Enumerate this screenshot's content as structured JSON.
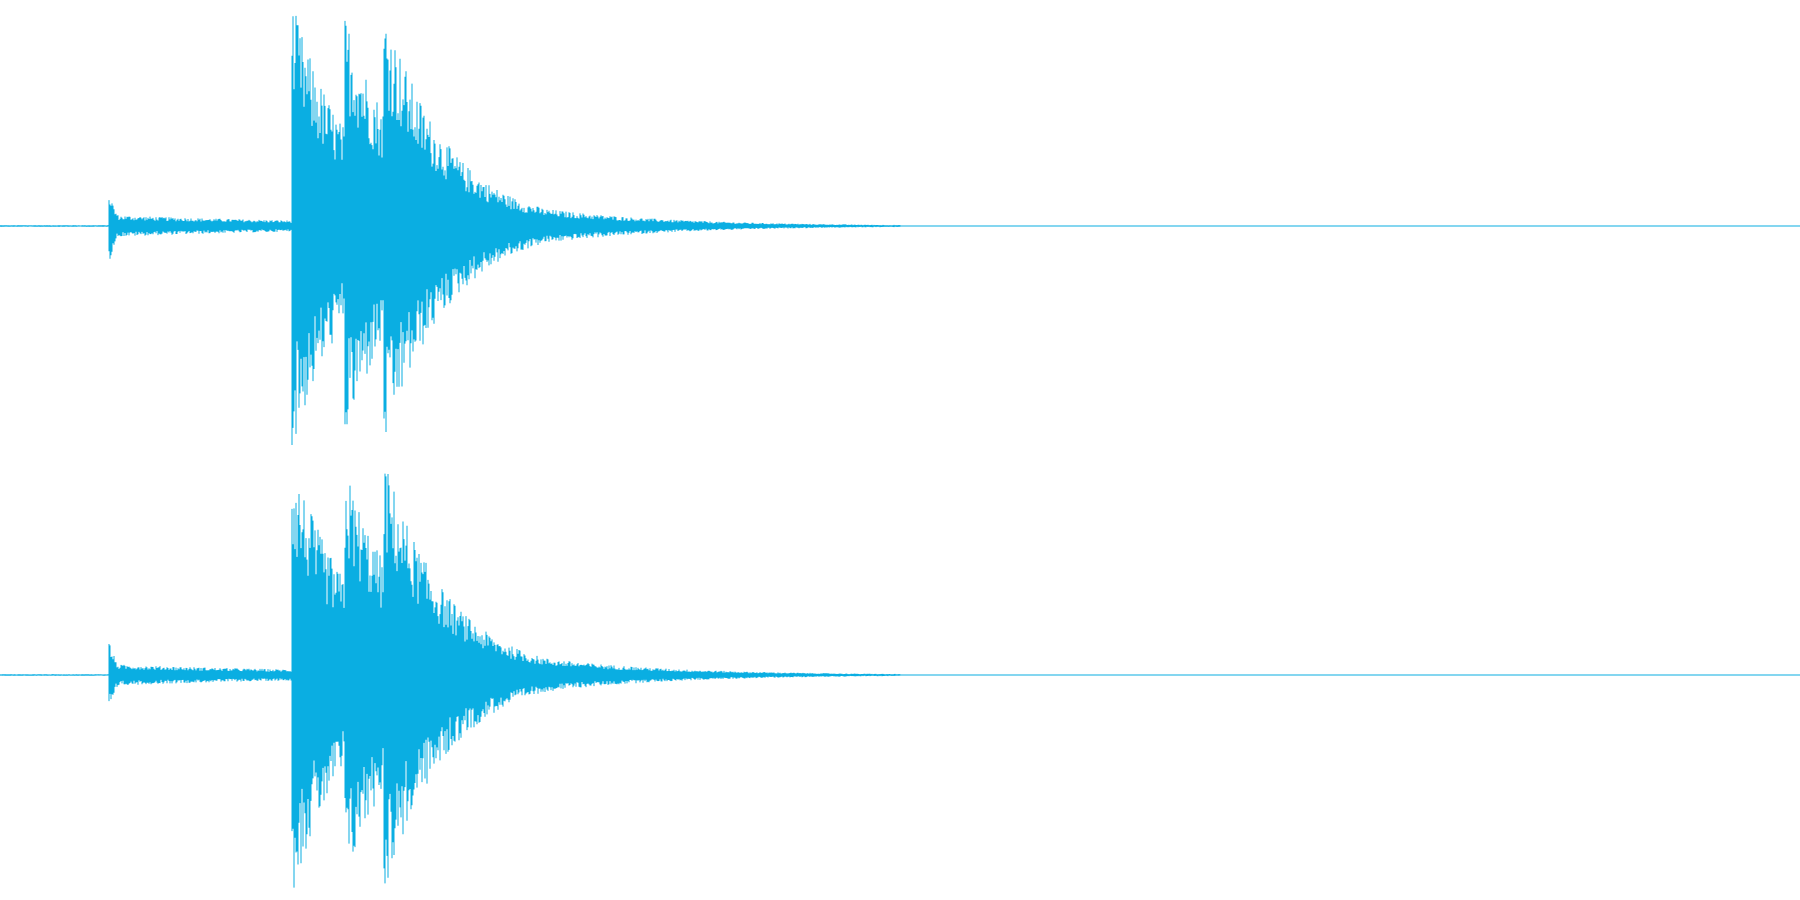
{
  "waveform": {
    "color": "#0aaee2",
    "channels": [
      "left",
      "right"
    ],
    "transients": [
      {
        "position": 0.061,
        "amplitude": 0.16
      },
      {
        "position": 0.163,
        "amplitude": 1.0
      },
      {
        "position": 0.192,
        "amplitude": 0.97
      },
      {
        "position": 0.214,
        "amplitude": 1.0
      }
    ],
    "decay_end": 0.5
  }
}
